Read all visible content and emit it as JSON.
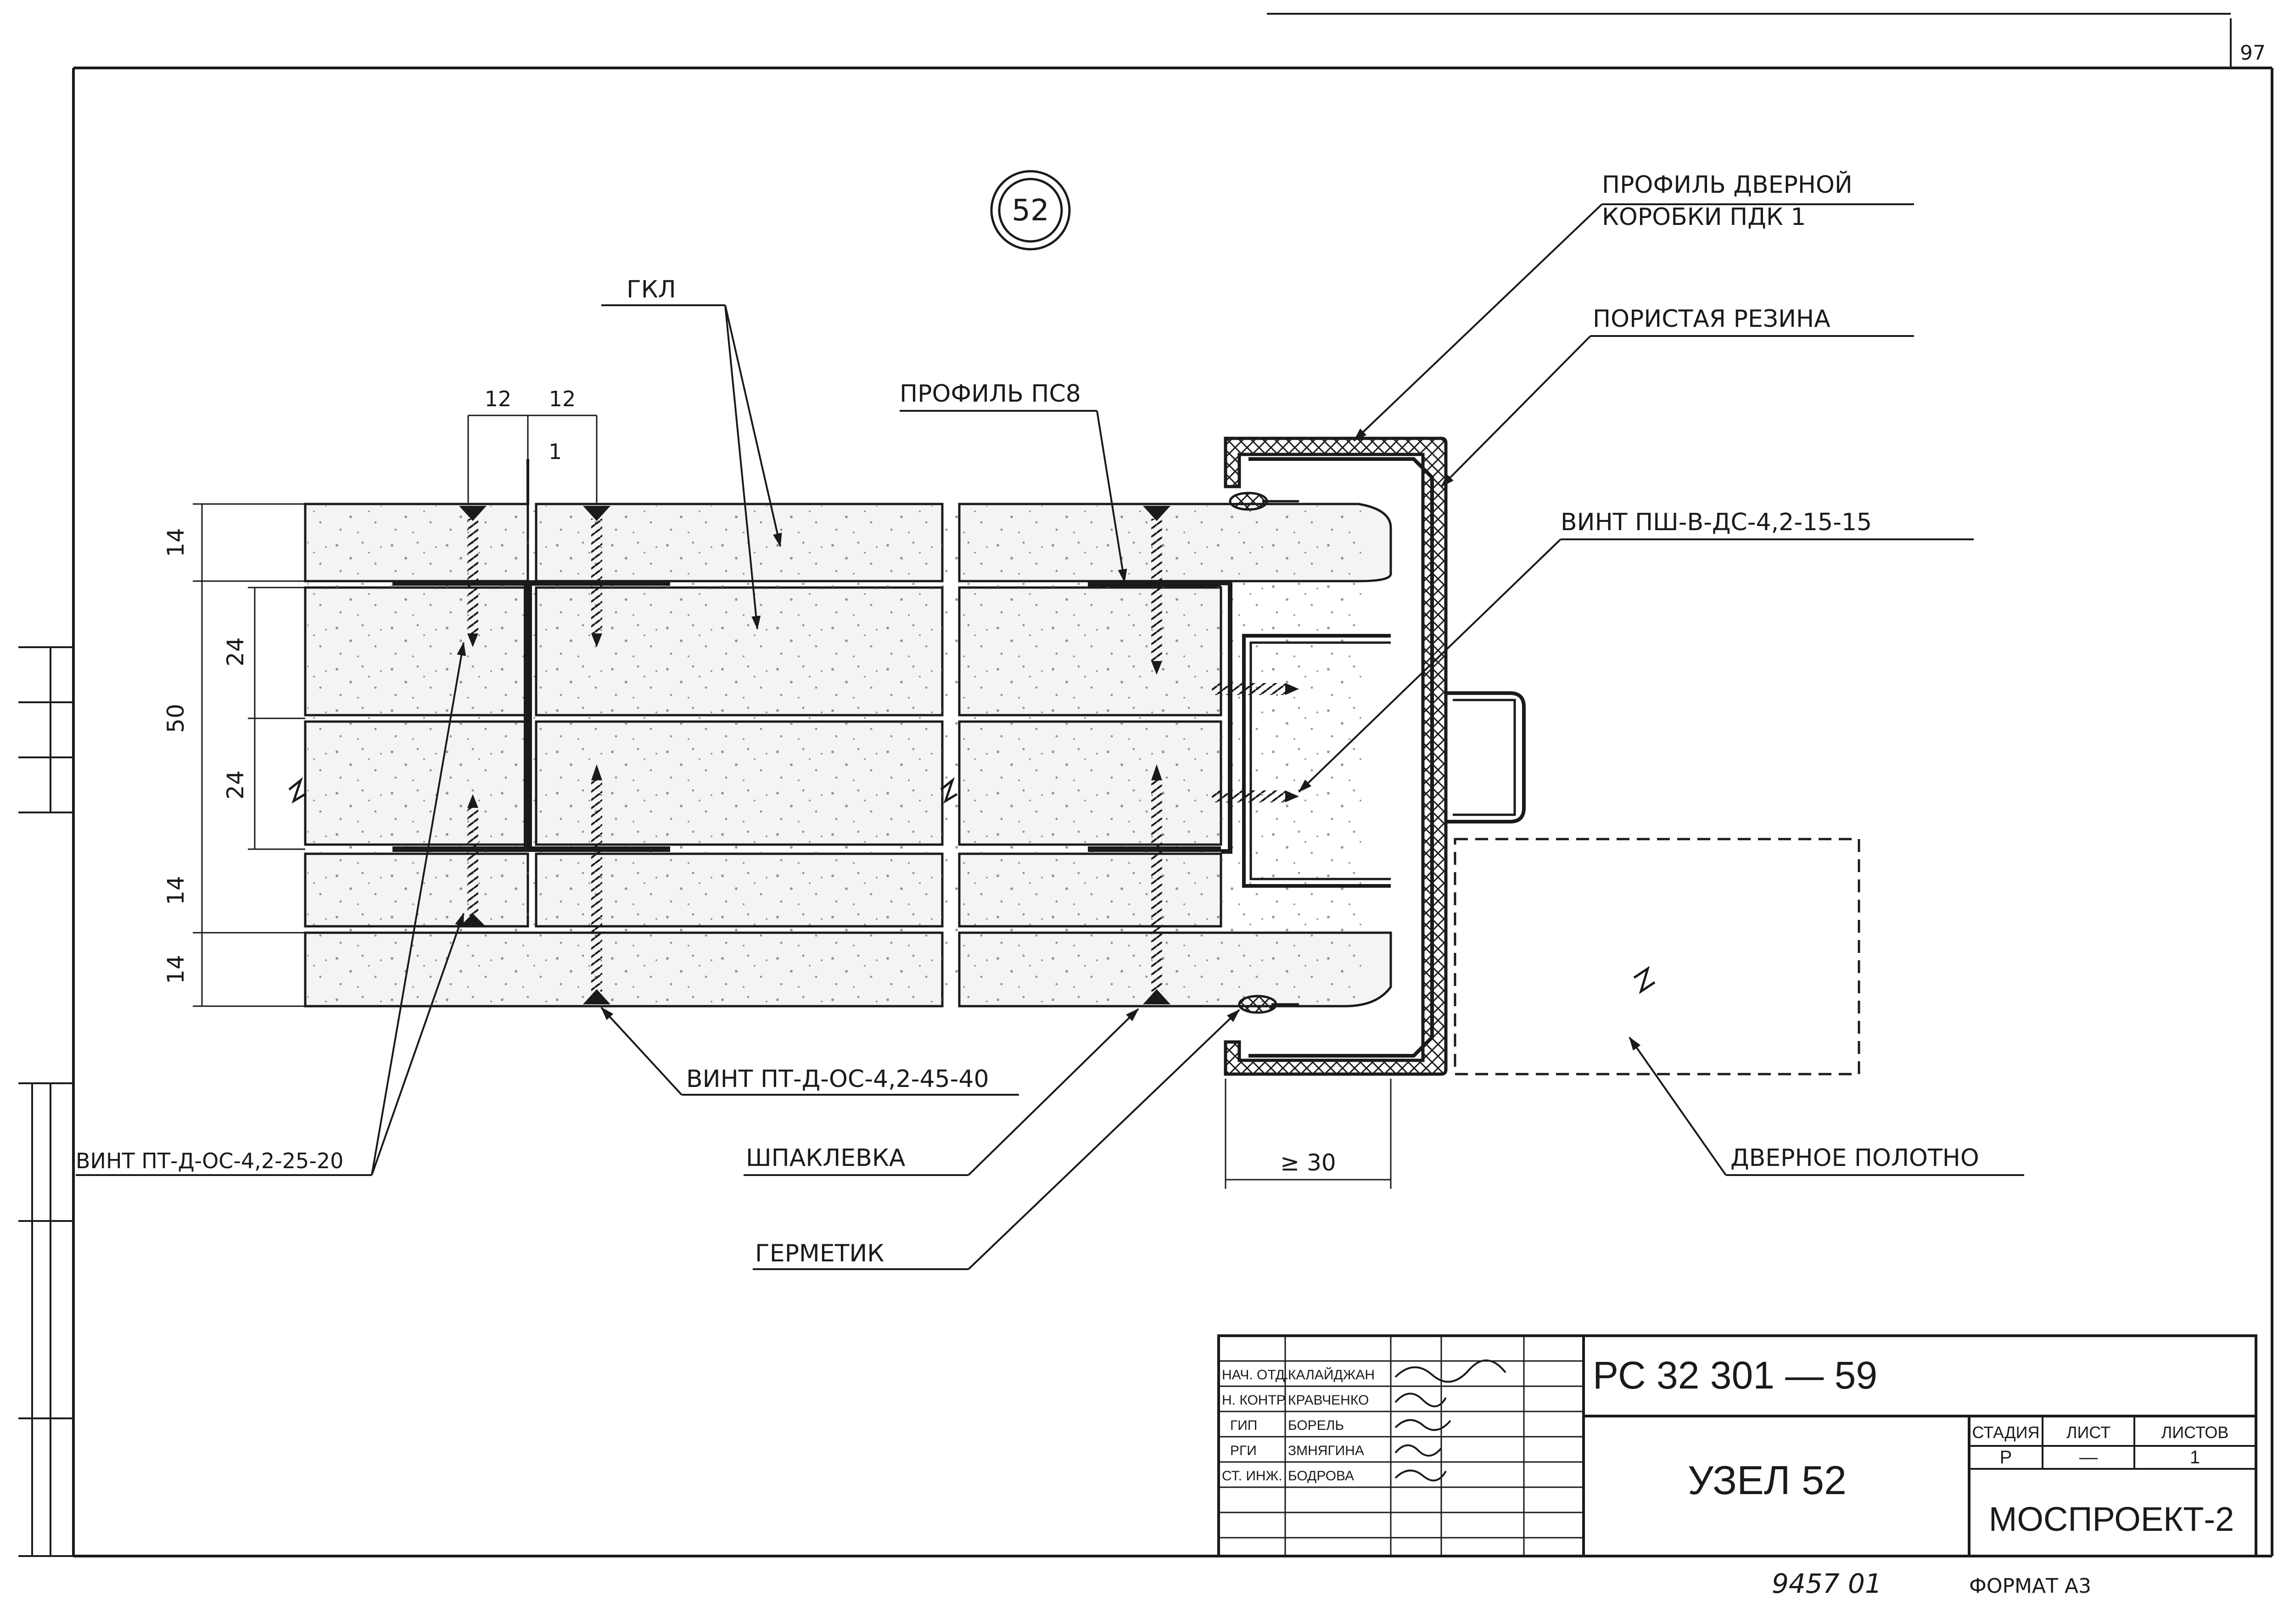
{
  "sheet_number": "97",
  "node_marker": "52",
  "labels": {
    "gkl": "ГКЛ",
    "profile_ps8": "ПРОФИЛЬ  ПС8",
    "door_frame_line1": "ПРОФИЛЬ  ДВЕРНОЙ",
    "door_frame_line2": "КОРОБКИ  ПДК 1",
    "porous_rubber": "ПОРИСТАЯ  РЕЗИНА",
    "screw_psh": "ВИНТ  ПШ-В-ДС-4,2-15-15",
    "screw_pt40": "ВИНТ ПТ-Д-ОС-4,2-45-40",
    "screw_pt20": "ВИНТ ПТ-Д-ОС-4,2-25-20",
    "putty": "ШПАКЛЕВКА",
    "sealant": "ГЕРМЕТИК",
    "door_leaf": "ДВЕРНОЕ  ПОЛОТНО"
  },
  "dimensions": {
    "top_12_left": "12",
    "top_12_right": "12",
    "top_1": "1",
    "left_14_top": "14",
    "left_24_top": "24",
    "left_50": "50",
    "left_24_bottom": "24",
    "left_14_mid": "14",
    "left_14_bottom": "14",
    "min_30": "≥ 30"
  },
  "title_block": {
    "code": "РС 32 301 — 59",
    "title": "УЗЕЛ  52",
    "roles": [
      "НАЧ. ОТД.",
      "Н. КОНТР.",
      "ГИП",
      "РГИ",
      "СТ. ИНЖ."
    ],
    "names": [
      "КАЛАЙДЖАН",
      "КРАВЧЕНКО",
      "БОРЕЛЬ",
      "ЗМНЯГИНА",
      "БОДРОВА"
    ],
    "stage_header": "СТАДИЯ",
    "sheet_header": "ЛИСТ",
    "sheets_header": "ЛИСТОВ",
    "stage_value": "Р",
    "sheet_value": "—",
    "sheets_value": "1",
    "organization": "МОСПРОЕКТ-2"
  },
  "footer": {
    "inventory_number": "9457 01",
    "format": "ФОРМАТ  А3"
  }
}
